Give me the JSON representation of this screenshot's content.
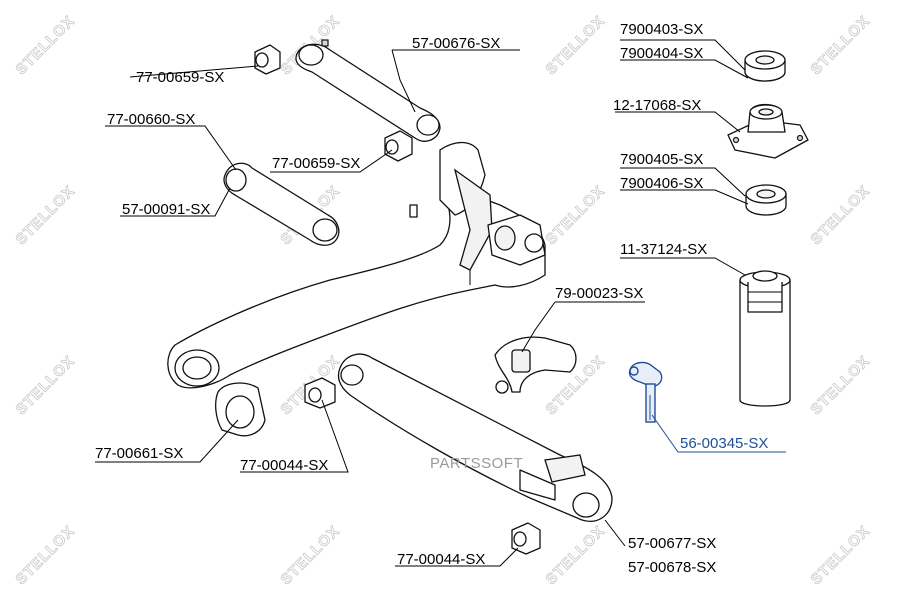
{
  "watermark": {
    "brand": "STELLOX",
    "overlay": "PARTSSOFT"
  },
  "colors": {
    "highlight": "#1f4e9a",
    "line": "#000000",
    "watermark": "#c9c9c9"
  },
  "labels": {
    "l1": "77-00659-SX",
    "l2": "57-00676-SX",
    "l3": "7900403-SX",
    "l4": "7900404-SX",
    "l5": "77-00660-SX",
    "l6": "12-17068-SX",
    "l7": "77-00659-SX",
    "l8": "7900405-SX",
    "l9": "7900406-SX",
    "l10": "57-00091-SX",
    "l11": "11-37124-SX",
    "l12": "79-00023-SX",
    "l13": "56-00345-SX",
    "l14": "77-00661-SX",
    "l15": "77-00044-SX",
    "l16": "57-00677-SX",
    "l17": "77-00044-SX",
    "l18": "57-00678-SX"
  }
}
